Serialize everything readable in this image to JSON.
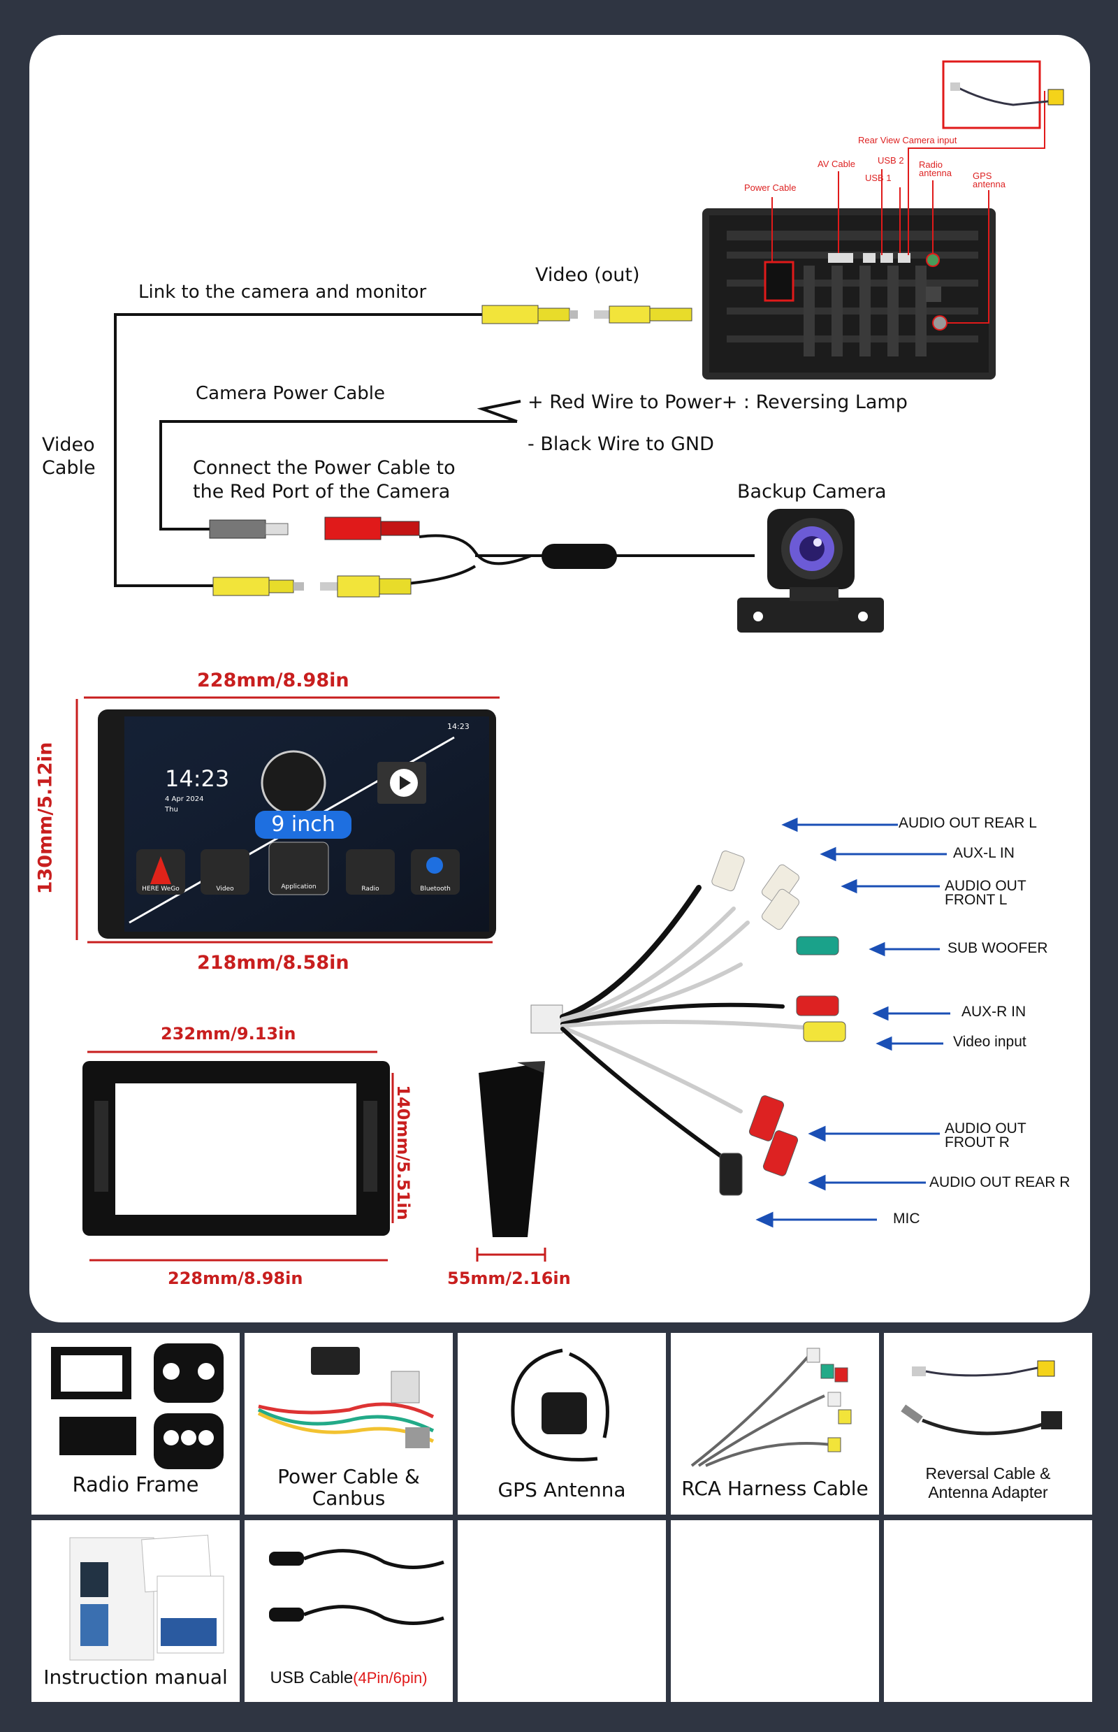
{
  "wiring": {
    "port_labels": {
      "rear_view_camera_input": "Rear View Camera input",
      "usb2": "USB 2",
      "av_cable": "AV Cable",
      "radio_antenna": "Radio antenna",
      "usb1": "USB 1",
      "power_cable": "Power Cable",
      "gps_antenna": "GPS antenna"
    },
    "link_label": "Link to the camera and monitor",
    "video_out": "Video (out)",
    "video_cable": "Video Cable",
    "camera_power_cable": "Camera Power Cable",
    "red_wire": "+ Red Wire to Power+ : Reversing Lamp",
    "black_wire": "- Black Wire to GND",
    "connect_power": "Connect the Power Cable to the Red Port of the Camera",
    "backup_camera": "Backup Camera"
  },
  "dimensions": {
    "screen_top": "228mm/8.98in",
    "screen_side": "130mm/5.12in",
    "screen_bottom": "218mm/8.58in",
    "frame_top": "232mm/9.13in",
    "frame_side": "140mm/5.51in",
    "frame_bottom": "228mm/8.98in",
    "bracket": "55mm/2.16in"
  },
  "screen": {
    "time": "14:23",
    "date": "4 Apr 2024",
    "day": "Thu",
    "status_time": "14:23",
    "size_badge": "9 inch",
    "apps": [
      "HERE WeGo",
      "Video",
      "Application",
      "Radio",
      "Bluetooth"
    ]
  },
  "rca_labels": {
    "audio_out_rear_l": "AUDIO OUT REAR L",
    "aux_l_in": "AUX-L IN",
    "audio_out_front_l": "AUDIO OUT FRONT L",
    "sub_woofer": "SUB WOOFER",
    "aux_r_in": "AUX-R IN",
    "video_input": "Video input",
    "audio_out_frout_r": "AUDIO OUT FROUT R",
    "audio_out_rear_r": "AUDIO OUT REAR R",
    "mic": "MIC"
  },
  "accessories": [
    "Radio Frame",
    "Power Cable & Canbus",
    "GPS Antenna",
    "RCA Harness Cable",
    "Reversal Cable & Antenna Adapter",
    "Instruction manual"
  ],
  "usb_cable": {
    "label": "USB Cable",
    "pins": "(4Pin/6pin)"
  },
  "colors": {
    "background": "#2f3542",
    "dimension_red": "#c81e1e",
    "arrow_blue": "#1a4fb5",
    "highlight_red": "#e01a1a",
    "badge_blue": "#1e6fe0"
  }
}
